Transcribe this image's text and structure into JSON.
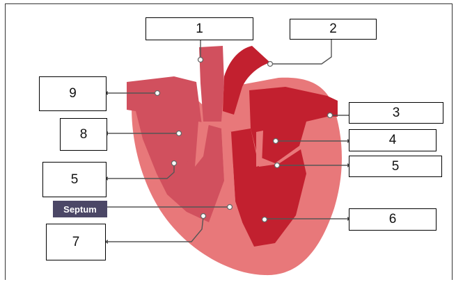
{
  "labels": {
    "top_center": "1",
    "top_right": "2",
    "right_upper": "3",
    "right_mid": "4",
    "right_lower": "5",
    "right_bottom": "6",
    "left_bottom": "7",
    "left_mid": "8",
    "left_upper": "9",
    "left_lower": "5"
  },
  "septum_label": "Septum",
  "colors": {
    "outer_tissue": "#e8787a",
    "right_side": "#d1505e",
    "left_side": "#c2202f",
    "label_tag": "#4b4766"
  }
}
